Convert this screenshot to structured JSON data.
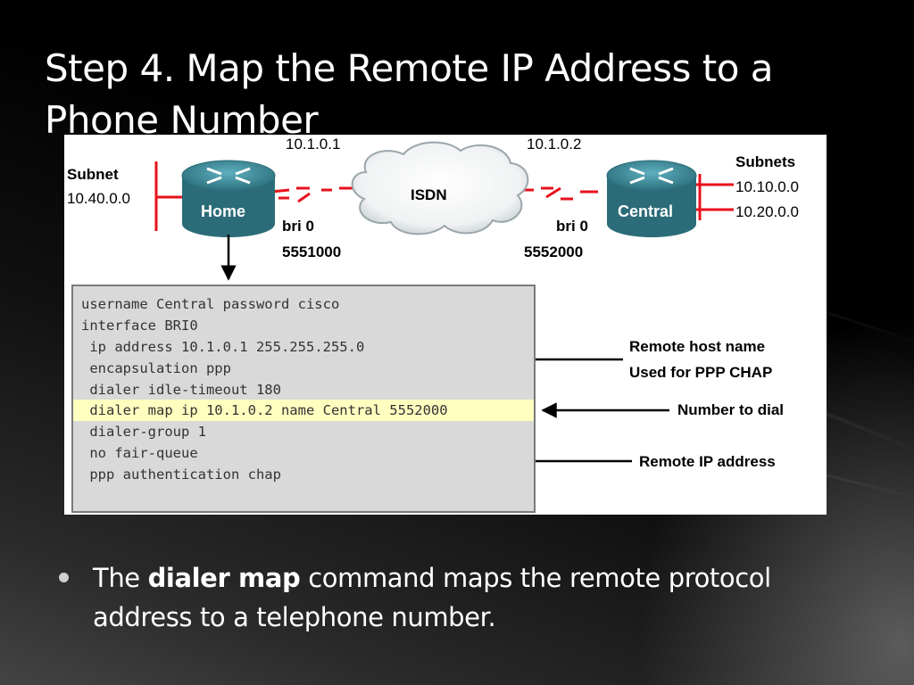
{
  "slide": {
    "title": "Step 4. Map the Remote IP Address to a Phone Number",
    "bullet": {
      "pre": "The ",
      "bold": "dialer map",
      "post": " command maps the remote protocol address to a telephone number."
    }
  },
  "diagram": {
    "home_ip": "10.1.0.1",
    "central_ip": "10.1.0.2",
    "cloud_label": "ISDN",
    "home_router_label": "Home",
    "central_router_label": "Central",
    "home_subnet_title": "Subnet",
    "home_subnet": "10.40.0.0",
    "central_subnets_title": "Subnets",
    "central_subnet_1": "10.10.0.0",
    "central_subnet_2": "10.20.0.0",
    "home_interface": "bri 0",
    "home_number": "5551000",
    "central_interface": "bri 0",
    "central_number": "5552000",
    "config_lines": [
      "username Central password cisco",
      "interface BRI0",
      " ip address 10.1.0.1 255.255.255.0",
      " encapsulation ppp",
      " dialer idle-timeout 180",
      " dialer map ip 10.1.0.2 name Central 5552000",
      " dialer-group 1",
      " no fair-queue",
      " ppp authentication chap"
    ],
    "highlighted_line": " dialer map ip 10.1.0.2 name Central 5552000",
    "callout_hostname_1": "Remote host name",
    "callout_hostname_2": "Used for PPP CHAP",
    "callout_number": "Number to dial",
    "callout_ip": "Remote IP address",
    "colors": {
      "router": "#3c8a99",
      "link": "#e8121c",
      "highlight": "#ffffc0"
    }
  }
}
